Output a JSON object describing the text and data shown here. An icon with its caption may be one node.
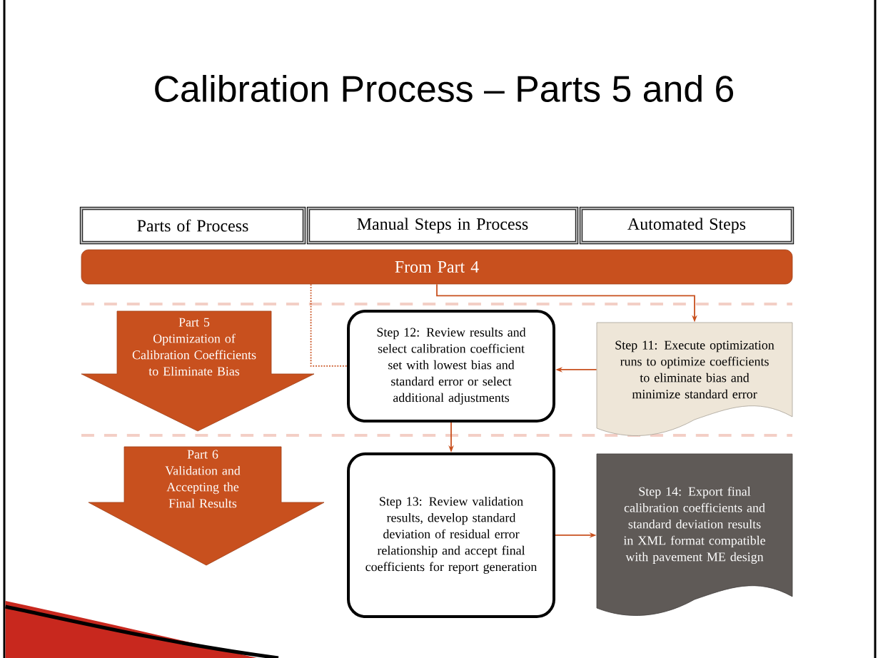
{
  "diagram": {
    "title": "Calibration Process – Parts 5 and 6",
    "nodes": [
      {
        "text": [
          "Parts of Process"
        ]
      },
      {
        "text": [
          "Manual Steps in Process"
        ]
      },
      {
        "text": [
          "Automated Steps"
        ]
      },
      {
        "text": [
          "From Part 4"
        ]
      },
      {
        "text": [
          "Part 5",
          "Optimization of Calibration Coefficients to Eliminate Bias"
        ]
      },
      {
        "text": [
          "Step 12: Review results and select calibration coefficient set with lowest bias and standard error or select additional adjustments"
        ]
      },
      {
        "text": [
          "Step 11: Execute optimization runs to optimize coefficients to eliminate bias and minimize standard error"
        ]
      },
      {
        "text": [
          "Part 6",
          "Validation and Accepting the Final Results"
        ]
      },
      {
        "text": [
          "Step 13: Review validation results, develop standard deviation of residual error relationship and accept final coefficients for report generation"
        ]
      },
      {
        "text": [
          "Step 14: Export final calibration coefficients and standard deviation results in XML format compatible with pavement ME design"
        ]
      }
    ],
    "edges": [
      {
        "from": 3,
        "to": 6,
        "arrow": "to"
      },
      {
        "from": 3,
        "to": 5,
        "arrow": "none",
        "style": "dashed"
      },
      {
        "from": 6,
        "to": 5,
        "arrow": "to"
      },
      {
        "from": 5,
        "to": 8,
        "arrow": "to"
      },
      {
        "from": 8,
        "to": 9,
        "arrow": "to"
      }
    ]
  }
}
